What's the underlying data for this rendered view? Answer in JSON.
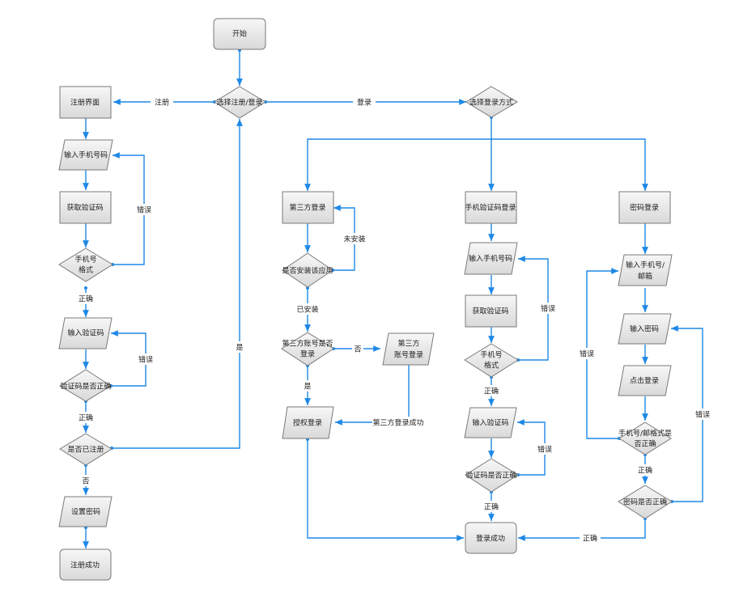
{
  "nodes": {
    "start": "开始",
    "select_reg_login": "选择注册/登录",
    "register_ui": "注册界面",
    "reg_input_phone": "输入手机号码",
    "reg_get_code": "获取验证码",
    "reg_phone_format": [
      "手机号",
      "格式"
    ],
    "reg_input_code": "输入验证码",
    "reg_code_correct": "验证码是否正确",
    "reg_already": "是否已注册",
    "set_password": "设置密码",
    "register_success": "注册成功",
    "select_login_method": "选择登录方式",
    "third_login": "第三方登录",
    "app_installed": "是否安装该应用",
    "third_account_reg": [
      "第三方账号是否",
      "登录"
    ],
    "third_account_io": [
      "第三方",
      "账号登录"
    ],
    "authorize_login": "授权登录",
    "sms_login": "手机验证码登录",
    "sms_input_phone": "输入手机号码",
    "sms_get_code": "获取验证码",
    "sms_phone_format": [
      "手机号",
      "格式"
    ],
    "sms_input_code": "输入验证码",
    "sms_code_correct": "验证码是否正确",
    "login_success": "登录成功",
    "pwd_login": "密码登录",
    "pwd_input_account": [
      "输入手机号/",
      "邮箱"
    ],
    "pwd_input_pwd": "输入密码",
    "pwd_click_login": "点击登录",
    "pwd_account_format": [
      "手机号/邮格式是",
      "否正确"
    ],
    "pwd_correct": "密码是否正确"
  },
  "labels": {
    "register": "注册",
    "login": "登录",
    "yes": "是",
    "no": "否",
    "wrong": "错误",
    "correct": "正确",
    "not_installed": "未安装",
    "installed": "已安装",
    "third_login_success": "第三方登录成功"
  }
}
